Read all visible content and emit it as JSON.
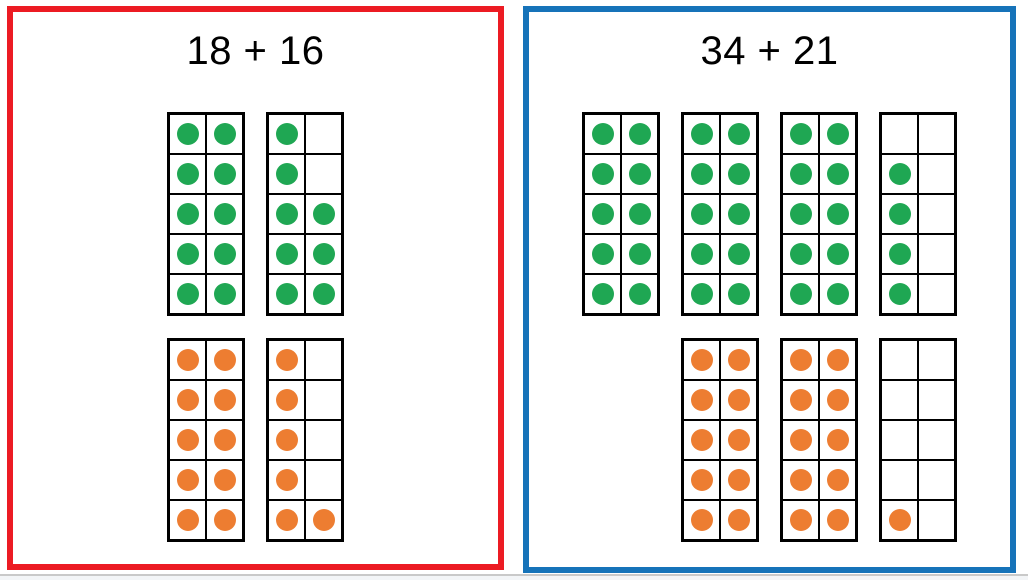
{
  "colors": {
    "green_dot": "#1fa753",
    "orange_dot": "#ed7d31",
    "left_panel_border": "#ec1b23",
    "right_panel_border": "#1673b9",
    "grid_line": "#000000",
    "divider_line": "#c9c9c9"
  },
  "panels": [
    {
      "title": "18 + 16",
      "border_color": "#ec1b23",
      "addend1": {
        "value": 18,
        "dot_color": "#1fa753",
        "frames": [
          [
            [
              1,
              1
            ],
            [
              1,
              1
            ],
            [
              1,
              1
            ],
            [
              1,
              1
            ],
            [
              1,
              1
            ]
          ],
          [
            [
              1,
              0
            ],
            [
              1,
              0
            ],
            [
              1,
              1
            ],
            [
              1,
              1
            ],
            [
              1,
              1
            ]
          ]
        ]
      },
      "addend2": {
        "value": 16,
        "dot_color": "#ed7d31",
        "frames": [
          [
            [
              1,
              1
            ],
            [
              1,
              1
            ],
            [
              1,
              1
            ],
            [
              1,
              1
            ],
            [
              1,
              1
            ]
          ],
          [
            [
              1,
              0
            ],
            [
              1,
              0
            ],
            [
              1,
              0
            ],
            [
              1,
              0
            ],
            [
              1,
              1
            ]
          ]
        ]
      }
    },
    {
      "title": "34 + 21",
      "border_color": "#1673b9",
      "addend1": {
        "value": 34,
        "dot_color": "#1fa753",
        "frames": [
          [
            [
              1,
              1
            ],
            [
              1,
              1
            ],
            [
              1,
              1
            ],
            [
              1,
              1
            ],
            [
              1,
              1
            ]
          ],
          [
            [
              1,
              1
            ],
            [
              1,
              1
            ],
            [
              1,
              1
            ],
            [
              1,
              1
            ],
            [
              1,
              1
            ]
          ],
          [
            [
              1,
              1
            ],
            [
              1,
              1
            ],
            [
              1,
              1
            ],
            [
              1,
              1
            ],
            [
              1,
              1
            ]
          ],
          [
            [
              0,
              0
            ],
            [
              1,
              0
            ],
            [
              1,
              0
            ],
            [
              1,
              0
            ],
            [
              1,
              0
            ]
          ]
        ]
      },
      "addend2": {
        "value": 21,
        "dot_color": "#ed7d31",
        "frames": [
          [
            [
              1,
              1
            ],
            [
              1,
              1
            ],
            [
              1,
              1
            ],
            [
              1,
              1
            ],
            [
              1,
              1
            ]
          ],
          [
            [
              1,
              1
            ],
            [
              1,
              1
            ],
            [
              1,
              1
            ],
            [
              1,
              1
            ],
            [
              1,
              1
            ]
          ],
          [
            [
              0,
              0
            ],
            [
              0,
              0
            ],
            [
              0,
              0
            ],
            [
              0,
              0
            ],
            [
              1,
              0
            ]
          ]
        ]
      }
    }
  ]
}
